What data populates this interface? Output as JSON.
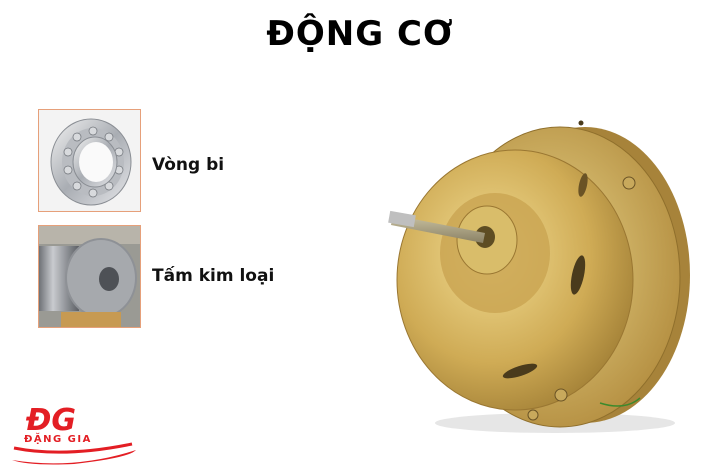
{
  "title": "ĐỘNG CƠ",
  "components": [
    {
      "label": "Vòng bi",
      "image": "ball-bearing"
    },
    {
      "label": "Tấm kim loại",
      "image": "metal-sheet-coil"
    }
  ],
  "main_image": "fan-motor",
  "logo": {
    "mark": "ĐG",
    "text": "ĐẶNG GIA",
    "color": "#e31e24"
  },
  "colors": {
    "thumb_border": "#e6a07a",
    "motor_gold": "#c9a24a"
  }
}
